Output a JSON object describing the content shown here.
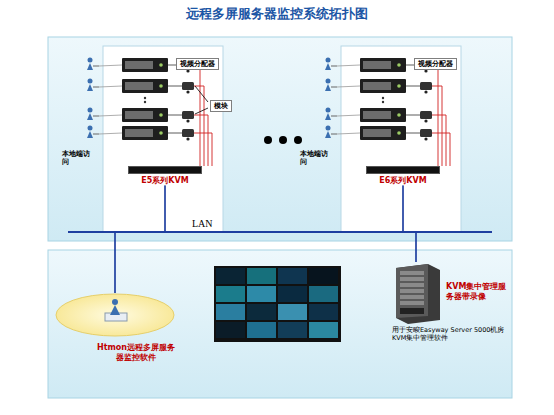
{
  "diagram": {
    "title": "远程多屏服务器监控系统拓扑图",
    "nodes": [
      {
        "text": [
          "视频分配器"
        ]
      },
      {
        "text": [
          "模块"
        ]
      },
      {
        "text": [
          "E5系列KVM"
        ]
      },
      {
        "text": [
          "视频分配器"
        ]
      },
      {
        "text": [
          "E6系列KVM"
        ]
      },
      {
        "text": [
          "Htmon远程多屏服务器监控软件"
        ]
      },
      {
        "text": [
          "KVM集中管理服务器带录像",
          "用于安畯Easyway Server 5000机房KVM集中管理软件"
        ]
      }
    ],
    "edges": [
      {
        "from": 2,
        "to": 5,
        "arrow": "none"
      },
      {
        "from": 2,
        "to": 6,
        "arrow": "none"
      },
      {
        "from": 4,
        "to": 5,
        "arrow": "none"
      },
      {
        "from": 4,
        "to": 6,
        "arrow": "none"
      }
    ],
    "labels": [
      "本地端访问",
      "本地端访问",
      "LAN"
    ]
  }
}
